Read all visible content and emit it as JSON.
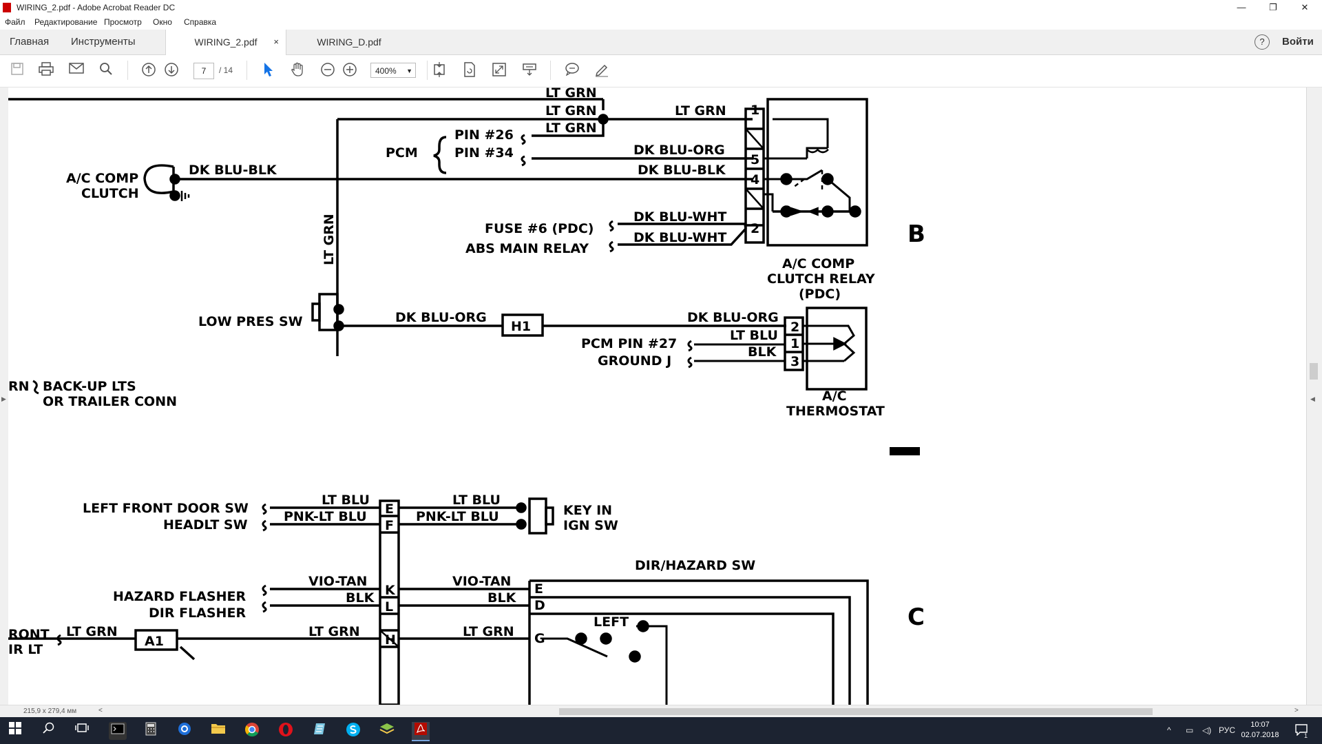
{
  "window": {
    "title": "WIRING_2.pdf - Adobe Acrobat Reader DC",
    "minimize": "—",
    "maximize": "❐",
    "close": "✕"
  },
  "menu": [
    "Файл",
    "Редактирование",
    "Просмотр",
    "Окно",
    "Справка"
  ],
  "tabs": {
    "home": "Главная",
    "tools": "Инструменты",
    "doc1": "WIRING_2.pdf",
    "doc2": "WIRING_D.pdf",
    "close": "×",
    "help": "?",
    "signin": "Войти"
  },
  "toolbar": {
    "page_current": "7",
    "page_total": "/ 14",
    "zoom": "400%"
  },
  "status": {
    "page_size": "215,9 x 279,4 мм"
  },
  "taskbar": {
    "lang": "РУС",
    "time": "10:07",
    "date": "02.07.2018",
    "notifications": "1"
  },
  "diagram": {
    "section_b": "B",
    "section_c": "C",
    "top_partial_label": "LT GRN",
    "wire_lt_grn": "LT GRN",
    "wire_dk_blu_org": "DK BLU-ORG",
    "wire_dk_blu_blk": "DK BLU-BLK",
    "wire_dk_blu_wht": "DK BLU-WHT",
    "wire_lt_blu": "LT BLU",
    "wire_blk": "BLK",
    "wire_pnk_lt_blu": "PNK-LT BLU",
    "wire_vio_tan": "VIO-TAN",
    "pcm": "PCM",
    "pin_26": "PIN #26",
    "pin_34": "PIN #34",
    "ac_comp_clutch_1": "A/C COMP",
    "ac_comp_clutch_2": "CLUTCH",
    "fuse_6": "FUSE #6 (PDC)",
    "abs_main_relay": "ABS MAIN RELAY",
    "relay_1": "A/C COMP",
    "relay_2": "CLUTCH RELAY",
    "relay_3": "(PDC)",
    "low_pres_sw": "LOW PRES SW",
    "h1": "H1",
    "pcm_pin_27": "PCM PIN #27",
    "ground_j": "GROUND J",
    "thermostat_1": "A/C",
    "thermostat_2": "THERMOSTAT",
    "backup_partial": "RN",
    "backup_1": "BACK-UP LTS",
    "backup_2": "OR TRAILER CONN",
    "left_front_door_sw": "LEFT FRONT DOOR SW",
    "headlt_sw": "HEADLT SW",
    "key_in_1": "KEY IN",
    "key_in_2": "IGN SW",
    "dir_hazard_sw": "DIR/HAZARD SW",
    "hazard_flasher": "HAZARD FLASHER",
    "dir_flasher": "DIR FLASHER",
    "left": "LEFT",
    "front_partial_1": "RONT",
    "front_partial_2": "IR LT",
    "a1": "A1",
    "pins": {
      "p1": "1",
      "p5": "5",
      "p4": "4",
      "p2": "2",
      "t2": "2",
      "t1": "1",
      "t3": "3",
      "E": "E",
      "F": "F",
      "K": "K",
      "L": "L",
      "H": "H",
      "sE": "E",
      "sD": "D",
      "sG": "G"
    }
  }
}
